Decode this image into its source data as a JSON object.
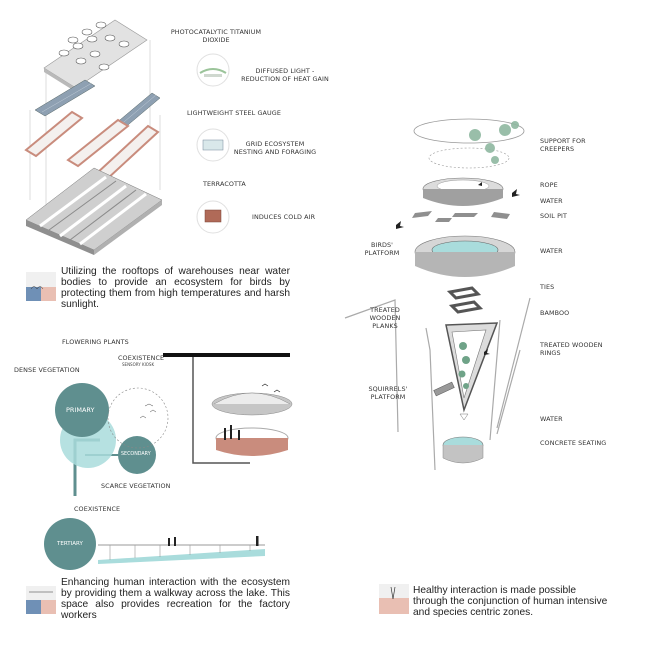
{
  "roof": {
    "labels": {
      "titanium": "PHOTOCATALYTIC TITANIUM\nDIOXIDE",
      "diffused": "DIFFUSED LIGHT -\nREDUCTION OF HEAT GAIN",
      "steel": "LIGHTWEIGHT STEEL GAUGE",
      "grid": "GRID ECOSYSTEM\nNESTING AND FORAGING",
      "terracotta": "TERRACOTTA",
      "cold_air": "INDUCES COLD AIR"
    },
    "description": "Utilizing the rooftops of warehouses near water bodies to provide an ecosystem for birds by protecting them from high temperatures and harsh sunlight."
  },
  "zones": {
    "labels": {
      "flowering": "FLOWERING PLANTS",
      "dense": "DENSE VEGETATION",
      "coexistence_top": "COEXISTENCE",
      "sensory": "SENSORY KIOSK",
      "primary": "PRIMARY",
      "secondary": "SECONDARY",
      "scarce": "SCARCE VEGETATION",
      "coexistence_mid": "COEXISTENCE",
      "tertiary": "TERTIARY"
    },
    "description": "Enhancing human interaction with the ecosystem by providing them a walkway across the lake. This space also provides recreation for the factory workers"
  },
  "tower": {
    "labels": {
      "support": "SUPPORT FOR\nCREEPERS",
      "rope": "ROPE",
      "water1": "WATER",
      "soil": "SOIL PIT",
      "water2": "WATER",
      "birds": "BIRDS'\nPLATFORM",
      "ties": "TIES",
      "treated_planks": "TREATED\nWOODEN\nPLANKS",
      "bamboo": "BAMBOO",
      "treated_rings": "TREATED WOODEN\nRINGS",
      "squirrels": "SQUIRRELS'\nPLATFORM",
      "water3": "WATER",
      "concrete": "CONCRETE SEATING"
    },
    "description": "Healthy interaction is made possible through the conjunction of human intensive and species centric zones."
  },
  "colors": {
    "teal_dark": "#5f8f8f",
    "teal_light": "#a9dcdc",
    "terracotta": "#c98c7d",
    "pink_light": "#e9bfb3",
    "blue": "#6f90b6",
    "grey": "#a7a7a7"
  }
}
